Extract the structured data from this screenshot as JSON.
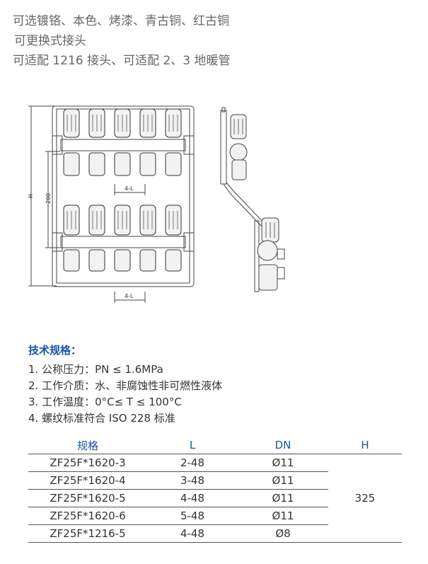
{
  "intro": {
    "line1": "可选镀铬、本色、烤漆、青古铜、红古铜",
    "line2": "可更换式接头",
    "line3": "可适配 1216 接头、可适配 2、3 地暖管"
  },
  "drawing": {
    "dim_h": "H",
    "dim_200": "200",
    "dim_4l_top": "4-L",
    "dim_4l_bottom": "4-L"
  },
  "specs": {
    "title": "技术规格：",
    "items": [
      "1. 公称压力：PN ≤ 1.6MPa",
      "2. 工作介质：水、非腐蚀性非可燃性液体",
      "3. 工作温度：0°C≤ T ≤ 100°C",
      "4. 螺纹标准符合 ISO 228 标准"
    ]
  },
  "table": {
    "headers": [
      "规格",
      "L",
      "DN",
      "H"
    ],
    "rows": [
      [
        "ZF25F*1620-3",
        "2-48",
        "Ø11"
      ],
      [
        "ZF25F*1620-4",
        "3-48",
        "Ø11"
      ],
      [
        "ZF25F*1620-5",
        "4-48",
        "Ø11"
      ],
      [
        "ZF25F*1620-6",
        "5-48",
        "Ø11"
      ],
      [
        "ZF25F*1216-5",
        "4-48",
        "Ø8"
      ]
    ],
    "h_value": "325"
  }
}
